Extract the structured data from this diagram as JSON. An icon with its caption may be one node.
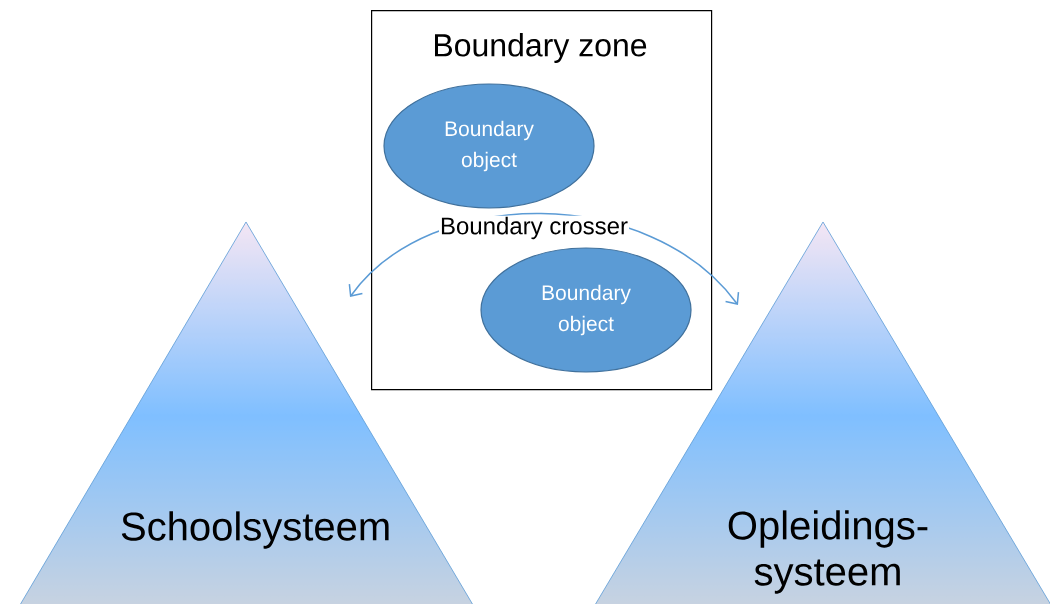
{
  "diagram": {
    "nodes": [
      {
        "text": [
          "Boundary zone"
        ]
      },
      {
        "text": [
          "Boundary object"
        ],
        "in": 0
      },
      {
        "text": [
          "Boundary object"
        ],
        "in": 0
      },
      {
        "text": [
          "Schoolsysteem"
        ]
      },
      {
        "text": [
          "Opleidings- systeem"
        ]
      }
    ],
    "edges": [
      {
        "from": 3,
        "to": 4,
        "arrow": "both",
        "label": "Boundary crosser"
      }
    ]
  }
}
